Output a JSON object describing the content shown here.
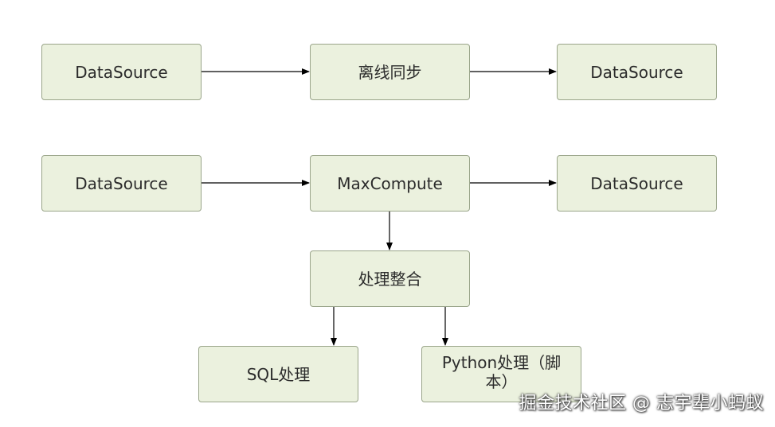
{
  "diagram": {
    "nodes": {
      "top_source": "DataSource",
      "top_sync": "离线同步",
      "top_target": "DataSource",
      "mid_source": "DataSource",
      "mid_compute": "MaxCompute",
      "mid_target": "DataSource",
      "merge": "处理整合",
      "sql": "SQL处理",
      "python": "Python处理（脚本）"
    },
    "edges": [
      {
        "from": "top_source",
        "to": "top_sync"
      },
      {
        "from": "top_sync",
        "to": "top_target"
      },
      {
        "from": "mid_source",
        "to": "mid_compute"
      },
      {
        "from": "mid_compute",
        "to": "mid_target"
      },
      {
        "from": "mid_compute",
        "to": "merge"
      },
      {
        "from": "merge",
        "to": "sql"
      },
      {
        "from": "merge",
        "to": "python"
      }
    ],
    "colors": {
      "node_fill": "#ebf1de",
      "node_border": "#9aa58a",
      "arrow": "#000000"
    }
  },
  "watermark": "掘金技术社区 @ 志宇辈小蚂蚁"
}
